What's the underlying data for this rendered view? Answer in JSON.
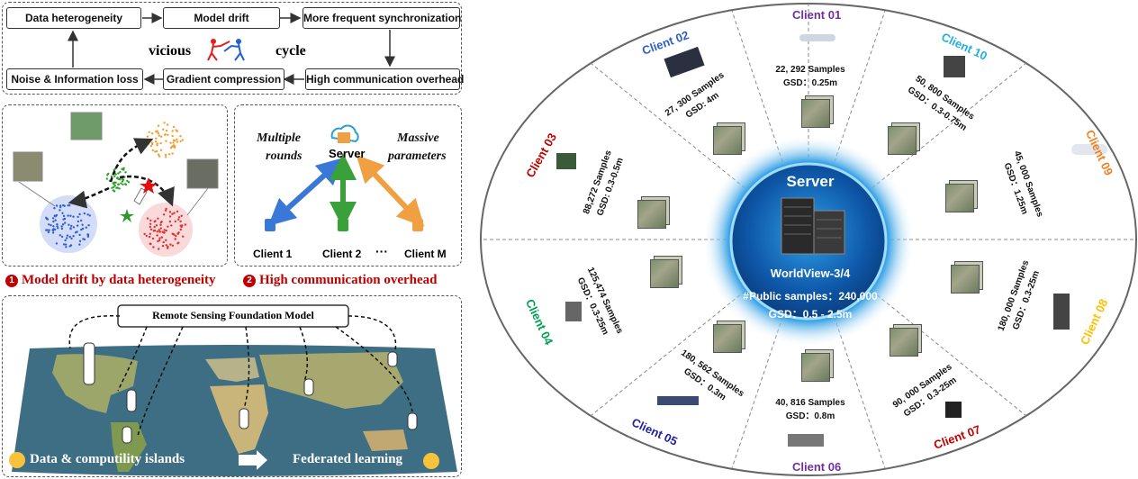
{
  "cycle": {
    "data_heterogeneity": "Data heterogeneity",
    "model_drift": "Model drift",
    "more_frequent_sync": "More frequent synchronization",
    "noise_info_loss": "Noise & Information loss",
    "gradient_compression": "Gradient compression",
    "high_comm_overhead": "High communication overhead",
    "vicious": "vicious",
    "cycle": "cycle"
  },
  "network": {
    "multiple": "Multiple",
    "rounds": "rounds",
    "server": "Server",
    "massive": "Massive",
    "parameters": "parameters",
    "client1": "Client 1",
    "client2": "Client 2",
    "dots": "···",
    "clientM": "Client M"
  },
  "captions": {
    "num1": "1",
    "caption1": "Model drift by data heterogeneity",
    "num2": "2",
    "caption2": "High communication overhead"
  },
  "map": {
    "foundation_model": "Remote Sensing Foundation Model",
    "islands": "Data & computility islands",
    "federated": "Federated learning"
  },
  "server": {
    "title": "Server",
    "satellite": "WorldView-3/4",
    "public_samples": "#Public samples：240,000",
    "gsd": "GSD：0.5 - 2.5m"
  },
  "clients": [
    {
      "name": "Client 01",
      "samples": "22, 292 Samples",
      "gsd": "GSD：0.25m",
      "color": "#7030a0"
    },
    {
      "name": "Client 02",
      "samples": "27, 300 Samples",
      "gsd": "GSD: 4m",
      "color": "#2e5fbf"
    },
    {
      "name": "Client 03",
      "samples": "88,272 Samples",
      "gsd": "GSD: 0.3-0.5m",
      "color": "#c00000"
    },
    {
      "name": "Client 04",
      "samples": "125,474 Samples",
      "gsd": "GSD：0.3-25m",
      "color": "#00a050"
    },
    {
      "name": "Client 05",
      "samples": "180, 562 Samples",
      "gsd": "GSD：0.3m",
      "color": "#1f1fa0"
    },
    {
      "name": "Client 06",
      "samples": "40, 816 Samples",
      "gsd": "GSD：0.8m",
      "color": "#7030a0"
    },
    {
      "name": "Client 07",
      "samples": "90, 000 Samples",
      "gsd": "GSD：0.3-25m",
      "color": "#c00000"
    },
    {
      "name": "Client 08",
      "samples": "180, 000 Samples",
      "gsd": "GSD：0.3-25m",
      "color": "#ffc000"
    },
    {
      "name": "Client 09",
      "samples": "45, 000 Samples",
      "gsd": "GSD：1.25m",
      "color": "#f08020"
    },
    {
      "name": "Client 10",
      "samples": "50, 800 Samples",
      "gsd": "GSD：0.3-0.75m",
      "color": "#1eb0e0"
    }
  ]
}
